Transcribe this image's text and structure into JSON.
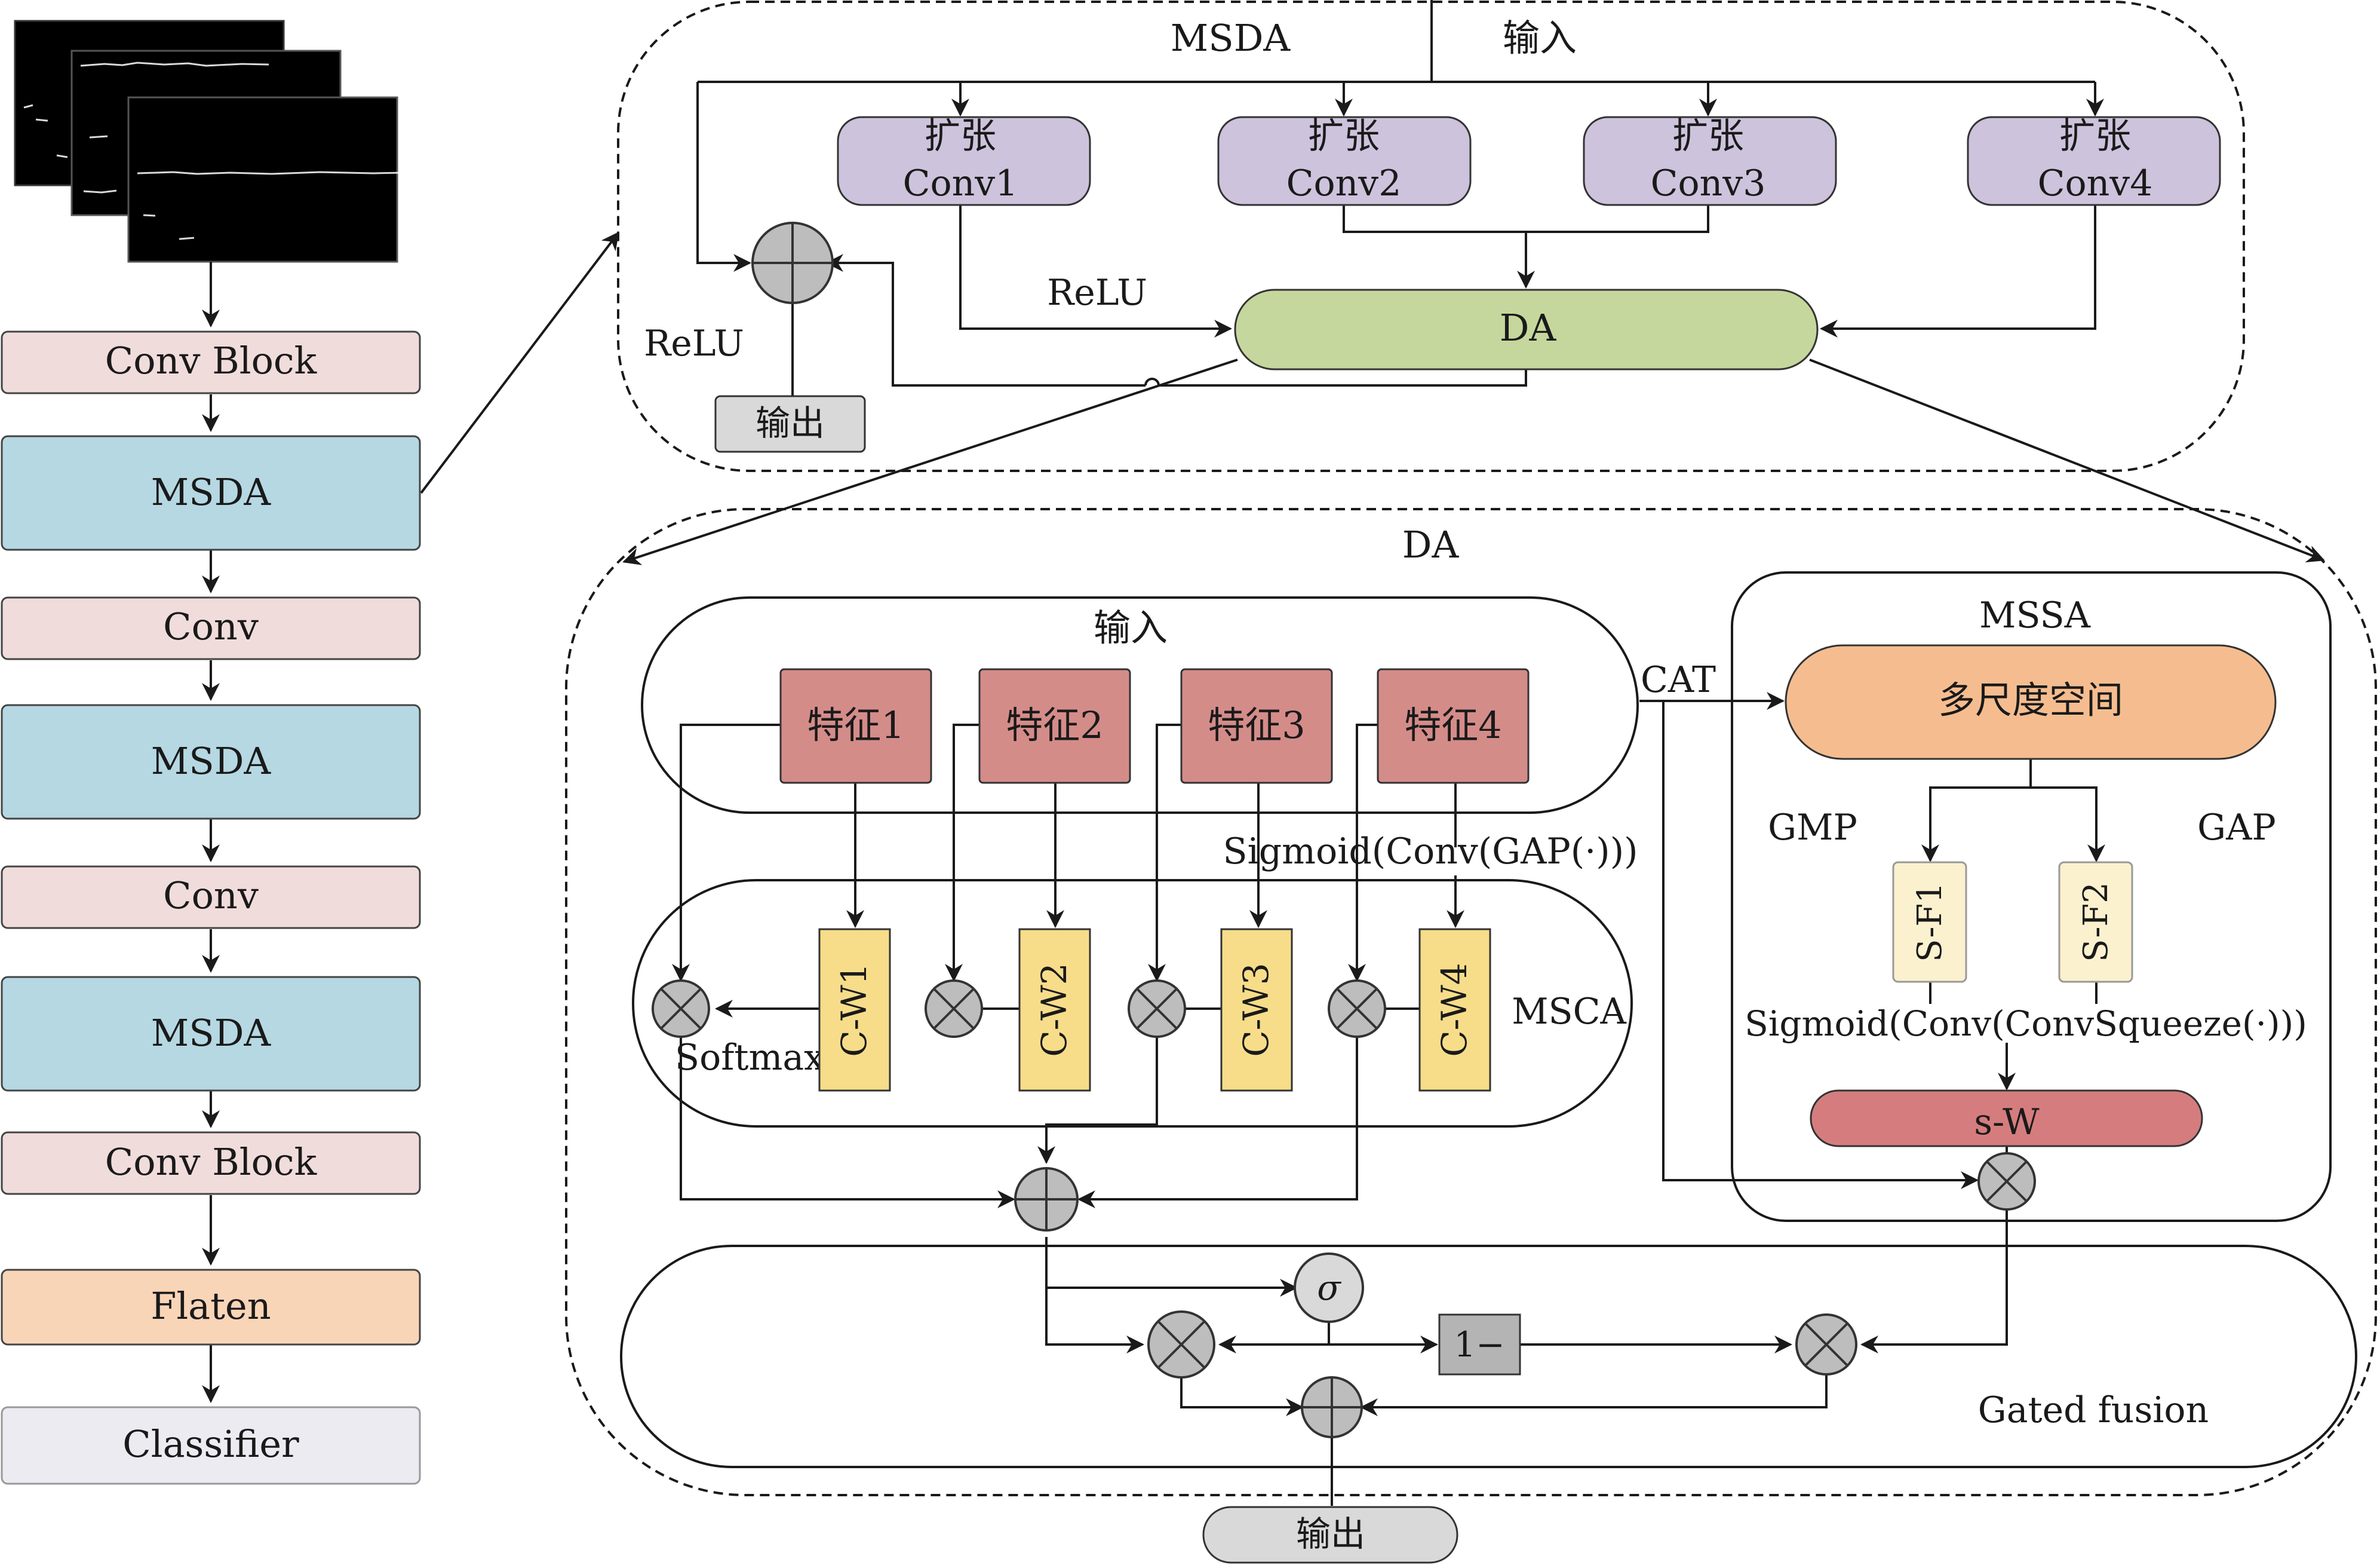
{
  "pipeline": {
    "conv_block_1": "Conv Block",
    "msda_1": "MSDA",
    "conv_1": "Conv",
    "msda_2": "MSDA",
    "conv_2": "Conv",
    "msda_3": "MSDA",
    "conv_block_2": "Conv Block",
    "flatten": "Flaten",
    "classifier": "Classifier"
  },
  "msda": {
    "title": "MSDA",
    "input": "输入",
    "conv1_top": "扩张",
    "conv1_bottom": "Conv1",
    "conv2_top": "扩张",
    "conv2_bottom": "Conv2",
    "conv3_top": "扩张",
    "conv3_bottom": "Conv3",
    "conv4_top": "扩张",
    "conv4_bottom": "Conv4",
    "da": "DA",
    "relu_inner": "ReLU",
    "relu_outer": "ReLU",
    "output": "输出"
  },
  "da": {
    "title": "DA",
    "input": "输入",
    "feat1": "特征1",
    "feat2": "特征2",
    "feat3": "特征3",
    "feat4": "特征4",
    "sigmoid_gap": "Sigmoid(Conv(GAP(·)))",
    "msca": "MSCA",
    "cw1": "C-W1",
    "cw2": "C-W2",
    "cw3": "C-W3",
    "cw4": "C-W4",
    "softmax": "Softmax",
    "cat": "CAT",
    "mssa": "MSSA",
    "multiscale": "多尺度空间",
    "gmp": "GMP",
    "gap": "GAP",
    "sf1": "S-F1",
    "sf2": "S-F2",
    "sigmoid_squeeze": "Sigmoid(Conv(ConvSqueeze(·)))",
    "sw": "s-W",
    "sigma": "σ",
    "one_minus": "1−",
    "gated_fusion": "Gated fusion",
    "output": "输出"
  },
  "colors": {
    "pink": "#f1dcdc",
    "blue": "#b5d8e3",
    "orange": "#f9d5b8",
    "lavender_light": "#ecebf2",
    "purple": "#cdc3dc",
    "green": "#c5d79c",
    "peach": "#f5bd8f",
    "red_block": "#d48c89",
    "yellow": "#f7dd8a",
    "cream": "#fbf1cf",
    "sw": "#d57d7e",
    "gray_node": "#bdbdbd",
    "gray_box": "#b4b4b4",
    "output_gray": "#d9d9d9"
  }
}
